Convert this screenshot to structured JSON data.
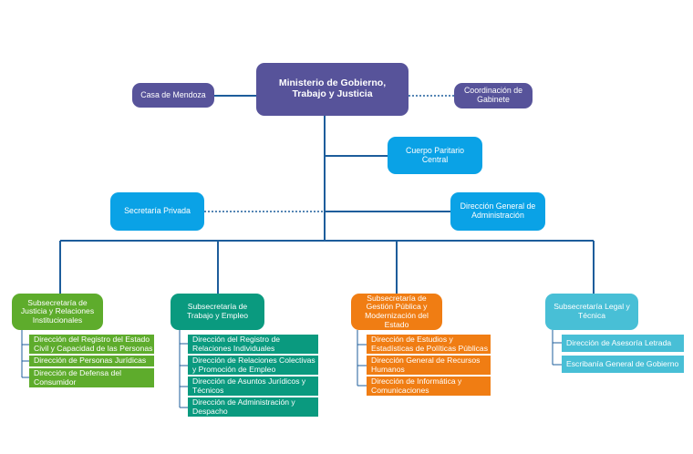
{
  "ministry": {
    "title": "Ministerio de Gobierno, Trabajo y Justicia"
  },
  "staff": {
    "casa_mendoza": "Casa de Mendoza",
    "coordinacion_gabinete": "Coordinación de Gabinete",
    "cuerpo_paritario": "Cuerpo Paritario Central",
    "secretaria_privada": "Secretaría Privada",
    "direccion_administracion": "Dirección General de Administración"
  },
  "subsecretarias": [
    {
      "name": "Subsecretaría de Justicia y Relaciones Institucionales",
      "color": "#5eac2c",
      "direcciones": [
        "Dirección del Registro del Estado Civil y Capacidad de las Personas",
        "Dirección de Personas Jurídicas",
        "Dirección de Defensa del Consumidor"
      ]
    },
    {
      "name": "Subsecretaría de Trabajo y Empleo",
      "color": "#0a9a7f",
      "direcciones": [
        "Dirección del Registro de Relaciones Individuales",
        "Dirección de Relaciones Colectivas y Promoción de Empleo",
        "Dirección de Asuntos Jurídicos y Técnicos",
        "Dirección de Administración y Despacho"
      ]
    },
    {
      "name": "Subsecretaría de Gestión Pública y Modernización del Estado",
      "color": "#f07d13",
      "direcciones": [
        "Dirección de Estudios y Estadísticas de Políticas Públicas",
        "Dirección General de Recursos Humanos",
        "Dirección de Informática y Comunicaciones"
      ]
    },
    {
      "name": "Subsecretaría Legal y Técnica",
      "color": "#48bfd6",
      "direcciones": [
        "Dirección de Asesoría Letrada",
        "Escribanía General de Gobierno"
      ]
    }
  ],
  "colors": {
    "line": "#1d5d9b",
    "purple": "#57539a",
    "blue": "#0aa2e6"
  }
}
